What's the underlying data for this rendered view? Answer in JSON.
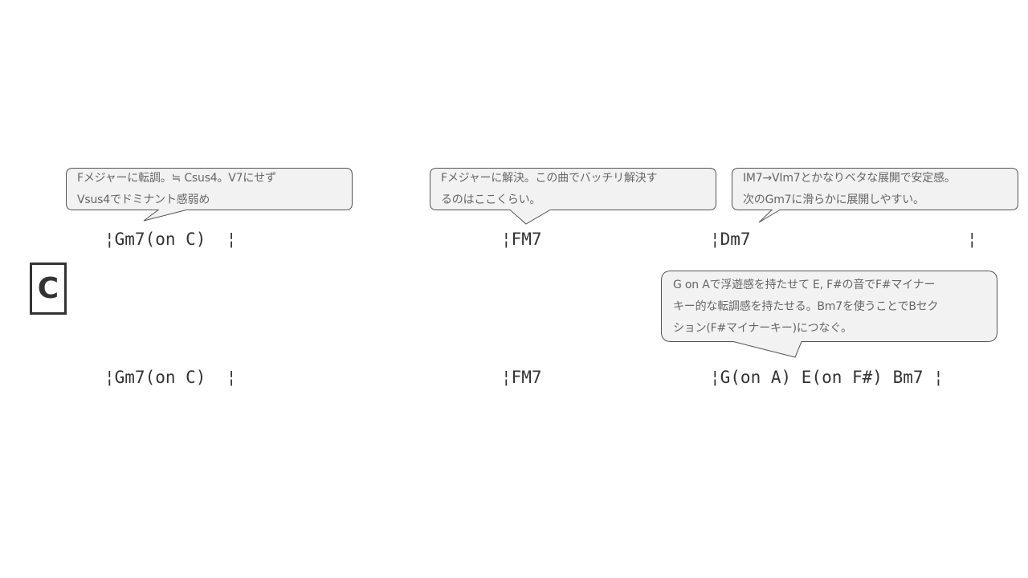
{
  "section": {
    "label": "C"
  },
  "rows": [
    {
      "chords": [
        {
          "text": "¦Gm7(on C)  ¦"
        },
        {
          "text": "¦FM7"
        },
        {
          "text": "¦Dm7"
        },
        {
          "text": "¦"
        }
      ]
    },
    {
      "chords": [
        {
          "text": "¦Gm7(on C)  ¦"
        },
        {
          "text": "¦FM7"
        },
        {
          "text": "¦G(on A) E(on F#) Bm7 ¦"
        }
      ]
    }
  ],
  "callouts": [
    {
      "lines": [
        "Fメジャーに転調。≒ Csus4。V7にせず",
        "Vsus4でドミナント感弱め"
      ]
    },
    {
      "lines": [
        "Fメジャーに解決。この曲でバッチリ解決す",
        "るのはここくらい。"
      ]
    },
    {
      "lines": [
        "IM7→VIm7とかなりベタな展開で安定感。",
        "次のGm7に滑らかに展開しやすい。"
      ]
    },
    {
      "lines": [
        "G on Aで浮遊感を持たせて E, F#の音でF#マイナー",
        "キー的な転調感を持たせる。Bm7を使うことでBセク",
        "ション(F#マイナーキー)につなぐ。"
      ]
    }
  ]
}
